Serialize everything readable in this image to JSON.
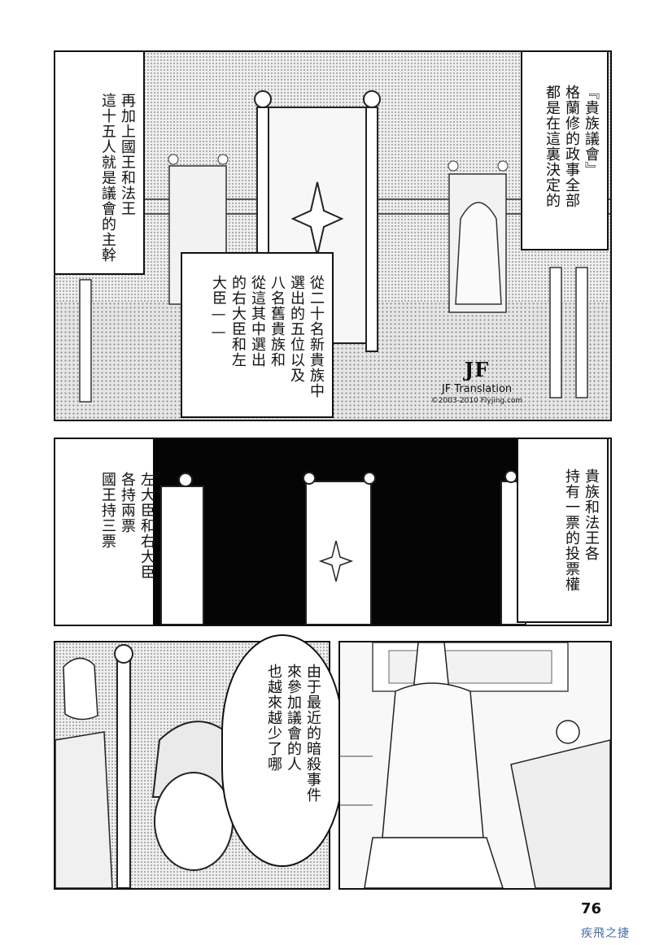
{
  "panel1": {
    "bubble_left": "再加上國王和法王\n這十五人就是議會的主幹",
    "bubble_middle": "從二十名新貴族中\n選出的五位以及\n八名舊貴族和\n從這其中選出\n的右大臣和左\n大臣——",
    "bubble_right": "『貴族議會』\n格蘭修的政事全部\n都是在這裏決定的"
  },
  "watermark": {
    "logo": "JF",
    "name": "JF Translation",
    "copyright": "©2003-2010 Flyjing.com"
  },
  "panel2": {
    "bubble_right": "貴族和法王各\n持有一票的投票權",
    "bubble_left": "左大臣和右大臣\n各持兩票\n國王持三票"
  },
  "panel3": {
    "bubble": "由于最近的暗殺事件\n來參加議會的人\n也越來越少了哪"
  },
  "footer": {
    "page_number": "76",
    "publisher": "疾飛之捷"
  }
}
